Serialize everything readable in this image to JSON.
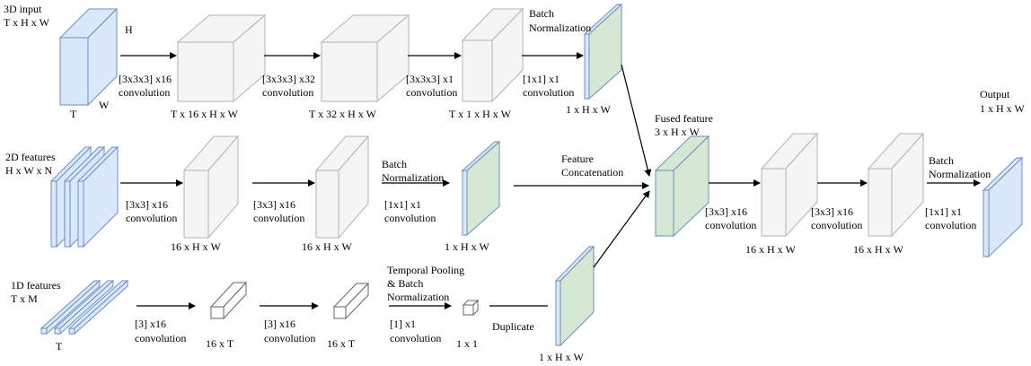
{
  "colors": {
    "input_blue": "#dae8fc",
    "input_blue_stroke": "#6c8ebf",
    "feature_green": "#d5e8d4",
    "neutral_box": "#f5f5f5",
    "neutral_stroke": "#b3b3b3",
    "arrow": "#000000"
  },
  "row_3d": {
    "input_title": "3D input",
    "input_dims": "T x H x W",
    "axis_h": "H",
    "axis_t": "T",
    "axis_w": "W",
    "conv1_kernel": "[3x3x3] x16",
    "conv1_word": "convolution",
    "out1": "T x 16 x H x W",
    "conv2_kernel": "[3x3x3] x32",
    "conv2_word": "convolution",
    "out2": "T x 32 x H x W",
    "conv3_kernel": "[3x3x3] x1",
    "conv3_word": "convolution",
    "out3": "T x 1 x H x W",
    "bn_line1": "Batch",
    "bn_line2": "Normalization",
    "conv4_kernel": "[1x1] x1",
    "conv4_word": "convolution",
    "out4": "1 x H x W"
  },
  "row_2d": {
    "input_title": "2D features",
    "input_dims": "H x W x N",
    "conv1_kernel": "[3x3] x16",
    "conv1_word": "convolution",
    "out1": "16 x H x W",
    "conv2_kernel": "[3x3] x16",
    "conv2_word": "convolution",
    "out2": "16 x H x W",
    "bn_line1": "Batch",
    "bn_line2": "Normalization",
    "conv3_kernel": "[1x1] x1",
    "conv3_word": "convolution",
    "out3": "1 x H x W",
    "concat_line1": "Feature",
    "concat_line2": "Concatenation"
  },
  "row_1d": {
    "input_title": "1D features",
    "input_dims": "T x M",
    "axis_t": "T",
    "conv1_kernel": "[3] x16",
    "conv1_word": "convolution",
    "out1": "16 x T",
    "conv2_kernel": "[3] x16",
    "conv2_word": "convolution",
    "out2": "16 x T",
    "pool_line1": "Temporal Pooling",
    "pool_line2": "& Batch",
    "pool_line3": "Normalization",
    "conv3_kernel": "[1] x1",
    "conv3_word": "convolution",
    "out3": "1 x 1",
    "duplicate": "Duplicate",
    "out4": "1 x H x W"
  },
  "fusion": {
    "fused_title": "Fused feature",
    "fused_dims": "3 x H x W",
    "conv1_kernel": "[3x3] x16",
    "conv1_word": "convolution",
    "out1": "16 x H x W",
    "conv2_kernel": "[3x3] x16",
    "conv2_word": "convolution",
    "out2": "16 x H x W",
    "bn_line1": "Batch",
    "bn_line2": "Normalization",
    "conv3_kernel": "[1x1] x1",
    "conv3_word": "convolution",
    "output_title": "Output",
    "output_dims": "1 x H x W"
  }
}
